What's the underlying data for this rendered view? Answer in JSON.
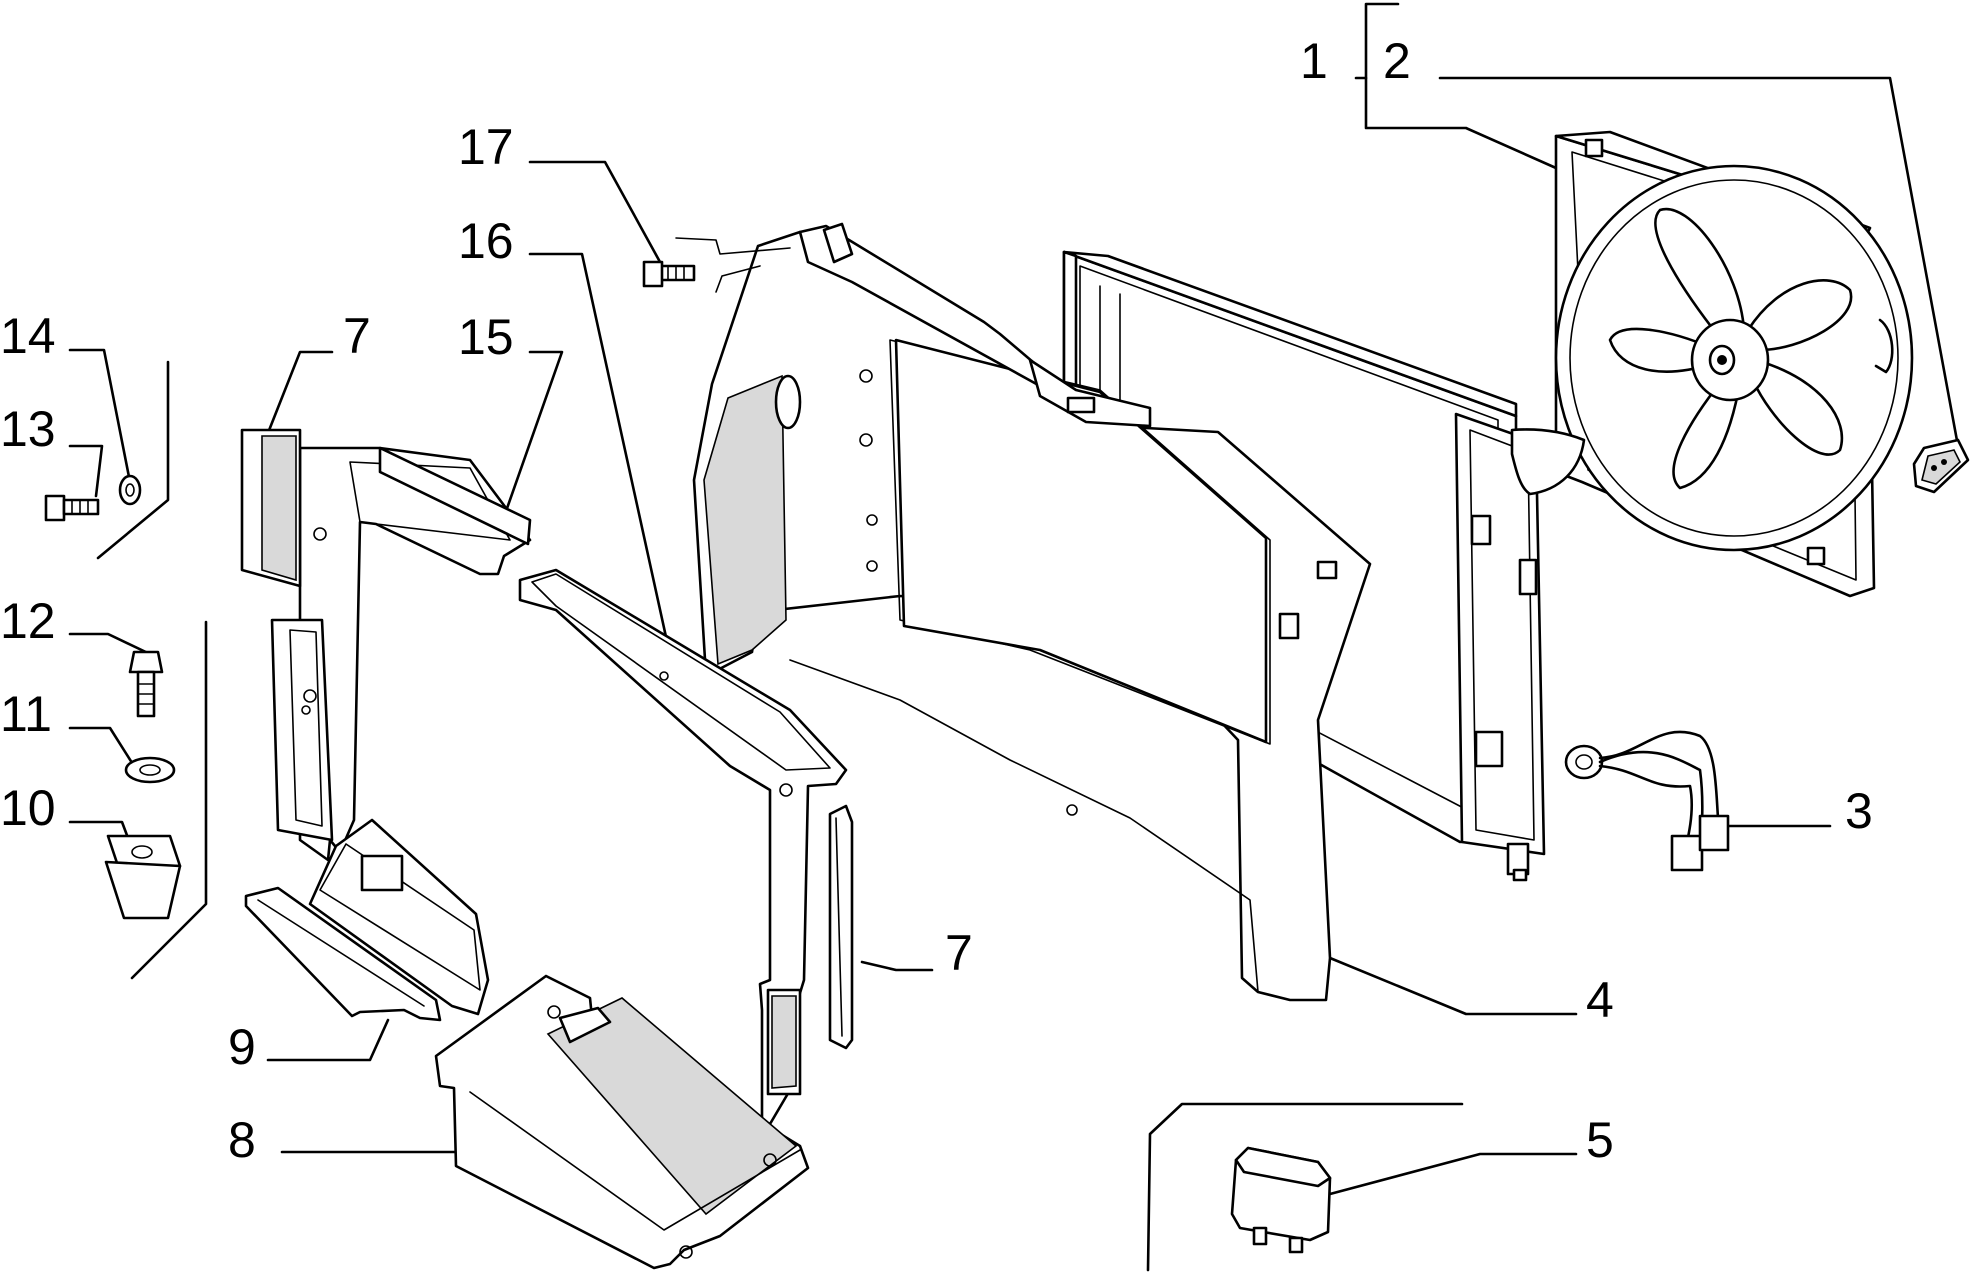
{
  "callouts": {
    "n1": "1",
    "n2": "2",
    "n3": "3",
    "n4": "4",
    "n5": "5",
    "n7a": "7",
    "n7b": "7",
    "n8": "8",
    "n9": "9",
    "n10": "10",
    "n11": "11",
    "n12": "12",
    "n13": "13",
    "n14": "14",
    "n15": "15",
    "n16": "16",
    "n17": "17"
  }
}
